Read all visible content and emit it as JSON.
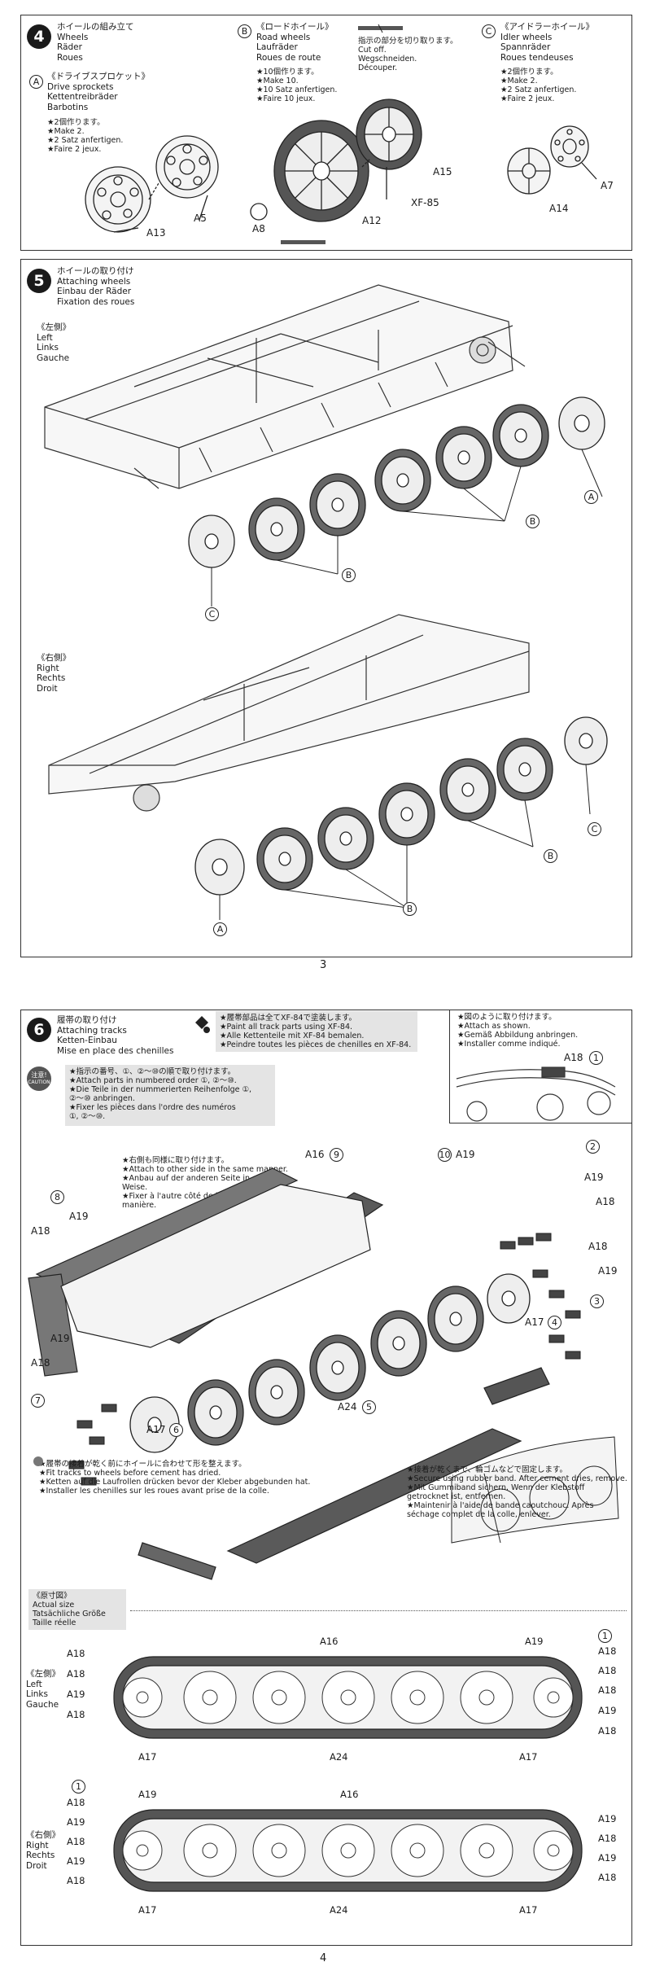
{
  "page3": {
    "page_number": "3",
    "step4": {
      "number": "4",
      "title_jp": "ホイールの組み立て",
      "title_en": "Wheels",
      "title_de": "Räder",
      "title_fr": "Roues",
      "sprockets": {
        "letter": "A",
        "title_jp": "《ドライブスプロケット》",
        "title_en": "Drive sprockets",
        "title_de": "Kettentreibräder",
        "title_fr": "Barbotins",
        "note_jp": "★2個作ります。",
        "note_en": "★Make 2.",
        "note_de": "★2 Satz anfertigen.",
        "note_fr": "★Faire 2 jeux.",
        "parts": [
          "A13",
          "A5"
        ]
      },
      "road": {
        "letter": "B",
        "title_jp": "《ロードホイール》",
        "title_en": "Road wheels",
        "title_de": "Laufräder",
        "title_fr": "Roues de route",
        "note_jp": "★10個作ります。",
        "note_en": "★Make 10.",
        "note_de": "★10 Satz anfertigen.",
        "note_fr": "★Faire 10 jeux.",
        "cut_jp": "指示の部分を切り取ります。",
        "cut_en": "Cut off.",
        "cut_de": "Wegschneiden.",
        "cut_fr": "Découper.",
        "paint": "XF-85",
        "parts": [
          "A15",
          "A12",
          "A8"
        ]
      },
      "idler": {
        "letter": "C",
        "title_jp": "《アイドラーホイール》",
        "title_en": "Idler wheels",
        "title_de": "Spannräder",
        "title_fr": "Roues tendeuses",
        "note_jp": "★2個作ります。",
        "note_en": "★Make 2.",
        "note_de": "★2 Satz anfertigen.",
        "note_fr": "★Faire 2 jeux.",
        "parts": [
          "A7",
          "A14"
        ]
      }
    },
    "step5": {
      "number": "5",
      "title_jp": "ホイールの取り付け",
      "title_en": "Attaching wheels",
      "title_de": "Einbau der Räder",
      "title_fr": "Fixation des roues",
      "left": {
        "jp": "《左側》",
        "en": "Left",
        "de": "Links",
        "fr": "Gauche"
      },
      "right": {
        "jp": "《右側》",
        "en": "Right",
        "de": "Rechts",
        "fr": "Droit"
      },
      "callouts": {
        "a": "A",
        "b": "B",
        "c": "C"
      }
    }
  },
  "page4": {
    "page_number": "4",
    "step6": {
      "number": "6",
      "title_jp": "履帯の取り付け",
      "title_en": "Attaching tracks",
      "title_de": "Ketten-Einbau",
      "title_fr": "Mise en place des chenilles",
      "paint_note": [
        "★履帯部品は全てXF-84で塗装します。",
        "★Paint all track parts using XF-84.",
        "★Alle Kettenteile mit XF-84 bemalen.",
        "★Peindre toutes les pièces de chenilles en XF-84."
      ],
      "attach_note": [
        "★図のように取り付けます。",
        "★Attach as shown.",
        "★Gemäß Abbildung anbringen.",
        "★Installer comme indiqué."
      ],
      "attach_part": "A18",
      "attach_num": "1",
      "caution_label": "注意!",
      "caution_sub": "CAUTION",
      "caution_lines": [
        "★指示の番号、①、②～⑩の順で取り付けます。",
        "★Attach parts in numbered order ①, ②～⑩.",
        "★Die Teile in der nummerierten Reihenfolge ①,",
        "②～⑩ anbringen.",
        "★Fixer les pièces dans l'ordre des numéros",
        "①, ②～⑩."
      ],
      "other_side_note": [
        "★右側も同様に取り付けます。",
        "★Attach to other side in the same manner.",
        "★Anbau auf der anderen Seite in gleicher",
        "Weise.",
        "★Fixer à l'autre côté de la même",
        "manière."
      ],
      "fit_note": [
        "★履帯の接着が乾く前にホイールに合わせて形を整えます。",
        "★Fit tracks to wheels before cement has dried.",
        "★Ketten auf die Laufrollen drücken bevor der Kleber abgebunden hat.",
        "★Installer les chenilles sur les roues avant prise de la colle."
      ],
      "rubber_note": [
        "★接着が乾くまで、輪ゴムなどで固定します。",
        "★Secure using rubber band. After cement dries, remove.",
        "★Mit Gummiband sichern.  Wenn der Klebstoff",
        "getrocknet ist, entfernen.",
        "★Maintenir à l'aide de bande caoutchouc. Après",
        "séchage complet de la colle, enlever."
      ],
      "labels": {
        "a16_9": "A16",
        "n9": "9",
        "n10": "10",
        "a19_top": "A19",
        "n2": "2",
        "n8": "8",
        "a18_l": "A18",
        "a19_l": "A19",
        "a19_r1": "A19",
        "a18_r1": "A18",
        "a18_r2": "A18",
        "a19_r2": "A19",
        "n3": "3",
        "a17_4": "A17",
        "n4": "4",
        "a19_lb": "A19",
        "a18_lb": "A18",
        "n7": "7",
        "a24_5": "A24",
        "n5": "5",
        "a17_6": "A17",
        "n6": "6"
      },
      "actual": {
        "jp": "《原寸図》",
        "en": "Actual size",
        "de": "Tatsächliche Größe",
        "fr": "Taille réelle"
      },
      "left_side": {
        "jp": "《左側》",
        "en": "Left",
        "de": "Links",
        "fr": "Gauche",
        "top": [
          "A16",
          "A19"
        ],
        "n1": "1",
        "left_parts": [
          "A18",
          "A18",
          "A19",
          "A18"
        ],
        "right_parts": [
          "A18",
          "A18",
          "A18",
          "A19",
          "A18"
        ],
        "bottom": [
          "A17",
          "A24",
          "A17"
        ]
      },
      "right_side": {
        "jp": "《右側》",
        "en": "Right",
        "de": "Rechts",
        "fr": "Droit",
        "top": [
          "A19",
          "A16"
        ],
        "n1": "1",
        "left_parts": [
          "A18",
          "A19",
          "A18",
          "A19",
          "A18"
        ],
        "right_parts": [
          "A19",
          "A18",
          "A19",
          "A18"
        ],
        "bottom": [
          "A17",
          "A24",
          "A17"
        ]
      }
    }
  }
}
